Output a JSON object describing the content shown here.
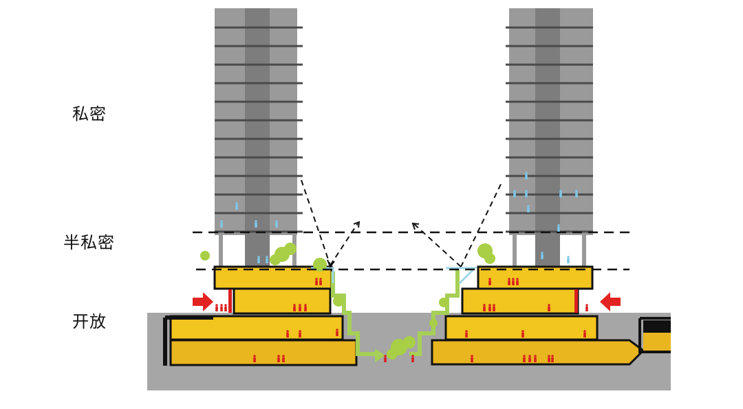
{
  "zones": {
    "private": "私密",
    "semi_private": "半私密",
    "open": "开放"
  },
  "colors": {
    "tower_facade": "#9a9a9a",
    "tower_core": "#7d7d7d",
    "floor_line": "#4a4a4a",
    "podium_fill": "#f2c51f",
    "podium_dark": "#e0a81a",
    "ground": "#a6a6a6",
    "people": "#d9201f",
    "residents": "#7fc7e8",
    "greenery": "#a8cf45",
    "path_green": "#a6cf57",
    "entrance_arrow": "#e32222",
    "view_line": "#111111"
  },
  "icons": [
    "entrance-arrow-icon",
    "person-icon",
    "tree-icon",
    "view-direction-arrow-icon"
  ]
}
